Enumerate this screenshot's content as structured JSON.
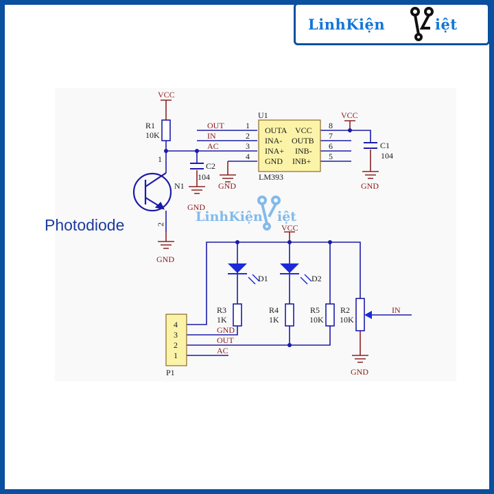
{
  "logo": {
    "text": "LinhKiện",
    "text2": "iệt"
  },
  "watermark": {
    "text": "LinhKiện",
    "text2": "iệt"
  },
  "photodiode_label": "Photodiode",
  "power": {
    "vcc": "VCC",
    "gnd": "GND"
  },
  "u1": {
    "ref": "U1",
    "part": "LM393",
    "left_pins": [
      {
        "num": "1",
        "name": "OUTA",
        "net": "OUT"
      },
      {
        "num": "2",
        "name": "INA-",
        "net": "IN"
      },
      {
        "num": "3",
        "name": "INA+",
        "net": "AC"
      },
      {
        "num": "4",
        "name": "GND",
        "net": ""
      }
    ],
    "right_pins": [
      {
        "num": "8",
        "name": "VCC"
      },
      {
        "num": "7",
        "name": "OUTB"
      },
      {
        "num": "6",
        "name": "INB-"
      },
      {
        "num": "5",
        "name": "INB+"
      }
    ]
  },
  "components": {
    "r1": {
      "ref": "R1",
      "value": "10K"
    },
    "c1": {
      "ref": "C1",
      "value": "104"
    },
    "c2": {
      "ref": "C2",
      "value": "104"
    },
    "n1": {
      "ref": "N1",
      "pin1": "1",
      "pin2": "2"
    },
    "d1": {
      "ref": "D1"
    },
    "d2": {
      "ref": "D2"
    },
    "r3": {
      "ref": "R3",
      "value": "1K"
    },
    "r4": {
      "ref": "R4",
      "value": "1K"
    },
    "r5": {
      "ref": "R5",
      "value": "10K"
    },
    "r2": {
      "ref": "R2",
      "value": "10K"
    },
    "p1": {
      "ref": "P1",
      "pins": [
        "4",
        "3",
        "2",
        "1"
      ],
      "nets": [
        "GND",
        "OUT",
        "AC"
      ]
    }
  },
  "nets": {
    "in": "IN"
  },
  "colors": {
    "wire": "#1a1aa8",
    "power": "#8b2020",
    "frame": "#0b4f9f",
    "ic_fill": "#fbf3a8"
  }
}
